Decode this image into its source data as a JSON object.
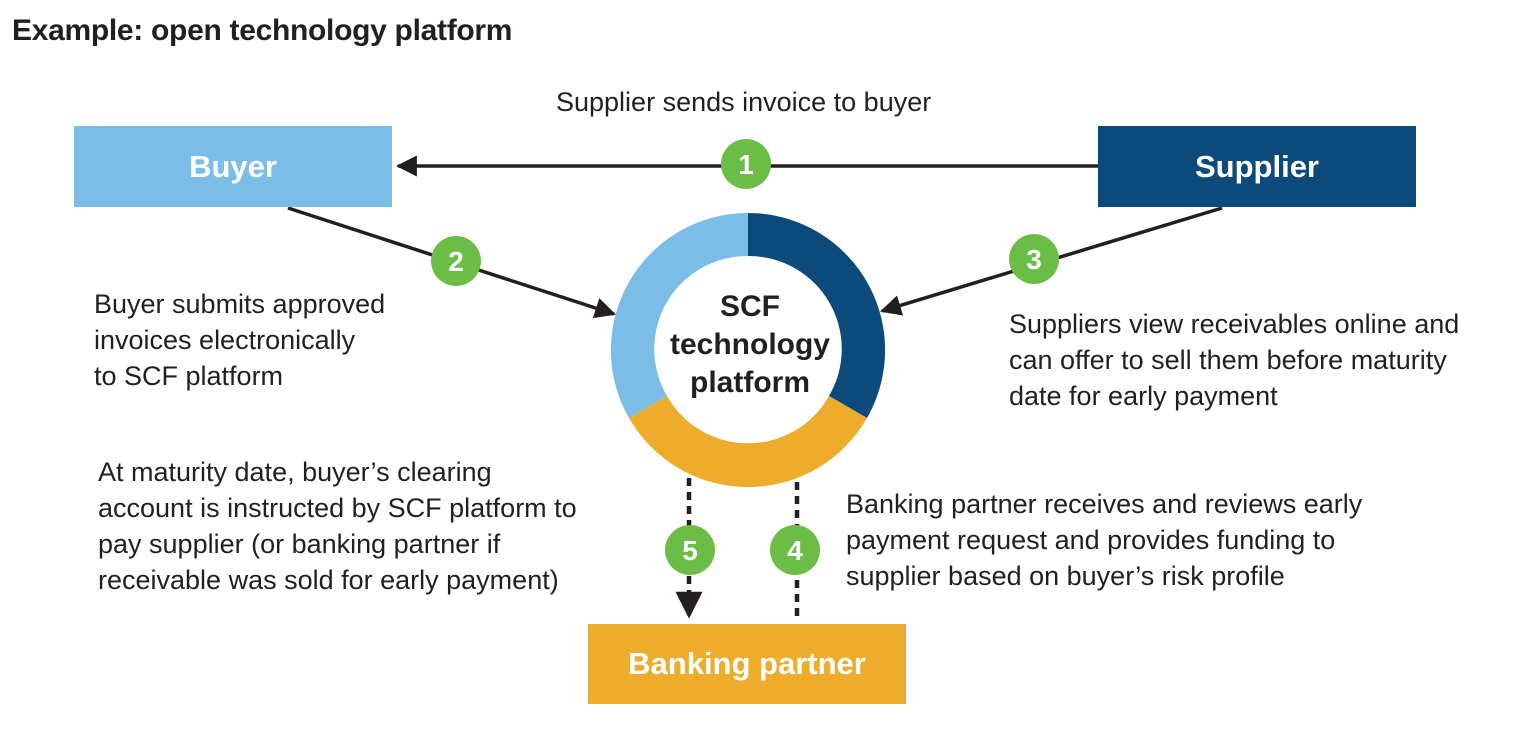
{
  "title": "Example: open technology platform",
  "nodes": {
    "buyer": "Buyer",
    "supplier": "Supplier",
    "banking_partner": "Banking partner",
    "platform": "SCF\ntechnology\nplatform"
  },
  "steps": [
    {
      "number": "1",
      "text": "Supplier sends invoice to buyer"
    },
    {
      "number": "2",
      "text": "Buyer submits approved\ninvoices electronically\nto SCF platform"
    },
    {
      "number": "3",
      "text": "Suppliers view receivables online and\ncan offer to sell them before maturity\ndate for early payment"
    },
    {
      "number": "4",
      "text": "Banking partner receives and reviews early\npayment request and provides funding to\nsupplier based on buyer’s risk profile"
    },
    {
      "number": "5",
      "text": "At maturity date, buyer’s clearing\naccount is instructed by SCF platform to\npay supplier (or banking partner if\nreceivable was sold for early payment)"
    }
  ],
  "colors": {
    "buyer": "#7bbde6",
    "supplier": "#0d4a7c",
    "banking_partner": "#eeac2d",
    "step_badge": "#6cbd45",
    "arrow": "#231f20"
  }
}
